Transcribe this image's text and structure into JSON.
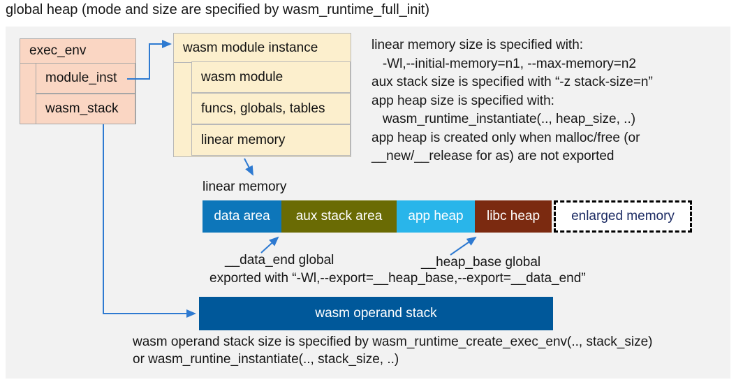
{
  "title": "global heap (mode and size are specified by wasm_runtime_full_init)",
  "colors": {
    "panel": "#f2f2f2",
    "pink": "#fad6c3",
    "pink-border": "#a6a6a6",
    "cream": "#fcefcd",
    "cream-border": "#b8b8b8",
    "opblue": "#00589a",
    "arrow": "#2e7ad1",
    "navy": "#1c2b63"
  },
  "exec_env": {
    "label": "exec_env",
    "children": [
      {
        "label": "module_inst"
      },
      {
        "label": "wasm_stack"
      }
    ]
  },
  "module_instance": {
    "label": "wasm module instance",
    "children": [
      {
        "label": "wasm module"
      },
      {
        "label": "funcs, globals, tables"
      },
      {
        "label": "linear memory"
      }
    ]
  },
  "notes_right": {
    "lines": [
      "linear memory size is specified with:",
      "   -Wl,--initial-memory=n1, --max-memory=n2",
      "aux stack size is specified with “-z stack-size=n”",
      "app heap size is specified with:",
      "   wasm_runtime_instantiate(.., heap_size, ..)",
      "app heap is created only when malloc/free (or",
      "__new/__release for as) are not exported"
    ]
  },
  "linear_memory": {
    "label": "linear memory",
    "segments": [
      {
        "label": "data area",
        "color": "#0d76ba",
        "text_color": "#ffffff"
      },
      {
        "label": "aux stack area",
        "color": "#6a6b04",
        "text_color": "#ffffff"
      },
      {
        "label": "app heap",
        "color": "#29b5ea",
        "text_color": "#ffffff"
      },
      {
        "label": "libc heap",
        "color": "#7b2a10",
        "text_color": "#ffffff"
      },
      {
        "label": "enlarged memory",
        "color": "",
        "text_color": "#1c2b63",
        "style": "dashed"
      }
    ]
  },
  "annotations": {
    "data_end": "__data_end global",
    "heap_base": "__heap_base global",
    "exported": "exported with “-Wl,--export=__heap_base,--export=__data_end”"
  },
  "operand_stack": {
    "label": "wasm operand stack"
  },
  "notes_bottom": {
    "lines": [
      "wasm operand stack size is specified by wasm_runtime_create_exec_env(.., stack_size)",
      "or wasm_runtine_instantiate(.., stack_size, ..)"
    ]
  }
}
